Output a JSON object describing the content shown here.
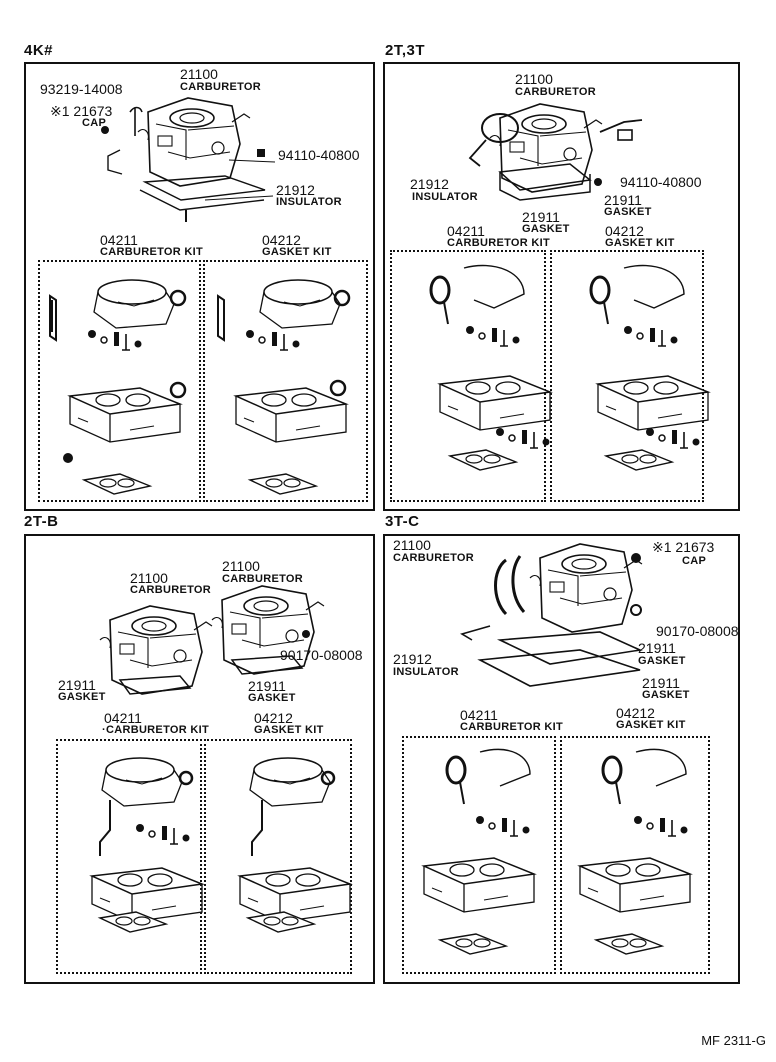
{
  "footer_code": "MF 2311-G",
  "sections": {
    "k4": {
      "title": "4K#",
      "labels": {
        "p93219": "93219-14008",
        "p21100": "21100",
        "carburetor": "CARBURETOR",
        "p21673": "※1 21673",
        "cap": "CAP",
        "p94110": "94110-40800",
        "p21912": "21912",
        "insulator": "INSULATOR",
        "p04211": "04211",
        "carb_kit": "CARBURETOR KIT",
        "p04212": "04212",
        "gasket_kit": "GASKET KIT"
      }
    },
    "t2t3": {
      "title": "2T,3T",
      "labels": {
        "p21100": "21100",
        "carburetor": "CARBURETOR",
        "p21912": "21912",
        "insulator": "INSULATOR",
        "p94110": "94110-40800",
        "p21911a": "21911",
        "gasket_a": "GASKET",
        "p21911b": "21911",
        "gasket_b": "GASKET",
        "p04211": "04211",
        "carb_kit": "CARBURETOR KIT",
        "p04212": "04212",
        "gasket_kit": "GASKET KIT"
      }
    },
    "t2b": {
      "title": "2T-B",
      "labels": {
        "p21100a": "21100",
        "carburetor_a": "CARBURETOR",
        "p21100b": "21100",
        "carburetor_b": "CARBURETOR",
        "p90170": "90170-08008",
        "p21911a": "21911",
        "gasket_a": "GASKET",
        "p21911b": "21911",
        "gasket_b": "GASKET",
        "p04211": "04211",
        "carb_kit": "·CARBURETOR KIT",
        "p04212": "04212",
        "gasket_kit": "GASKET KIT"
      }
    },
    "t3c": {
      "title": "3T-C",
      "labels": {
        "p21100": "21100",
        "carburetor": "CARBURETOR",
        "p21673": "※1 21673",
        "cap": "CAP",
        "p90170": "90170-08008",
        "p21911a": "21911",
        "gasket_a": "GASKET",
        "p21912": "21912",
        "insulator": "INSULATOR",
        "p21911b": "21911",
        "gasket_b": "GASKET",
        "p04211": "04211",
        "carb_kit": "CARBURETOR KIT",
        "p04212": "04212",
        "gasket_kit": "GASKET KIT"
      }
    }
  }
}
